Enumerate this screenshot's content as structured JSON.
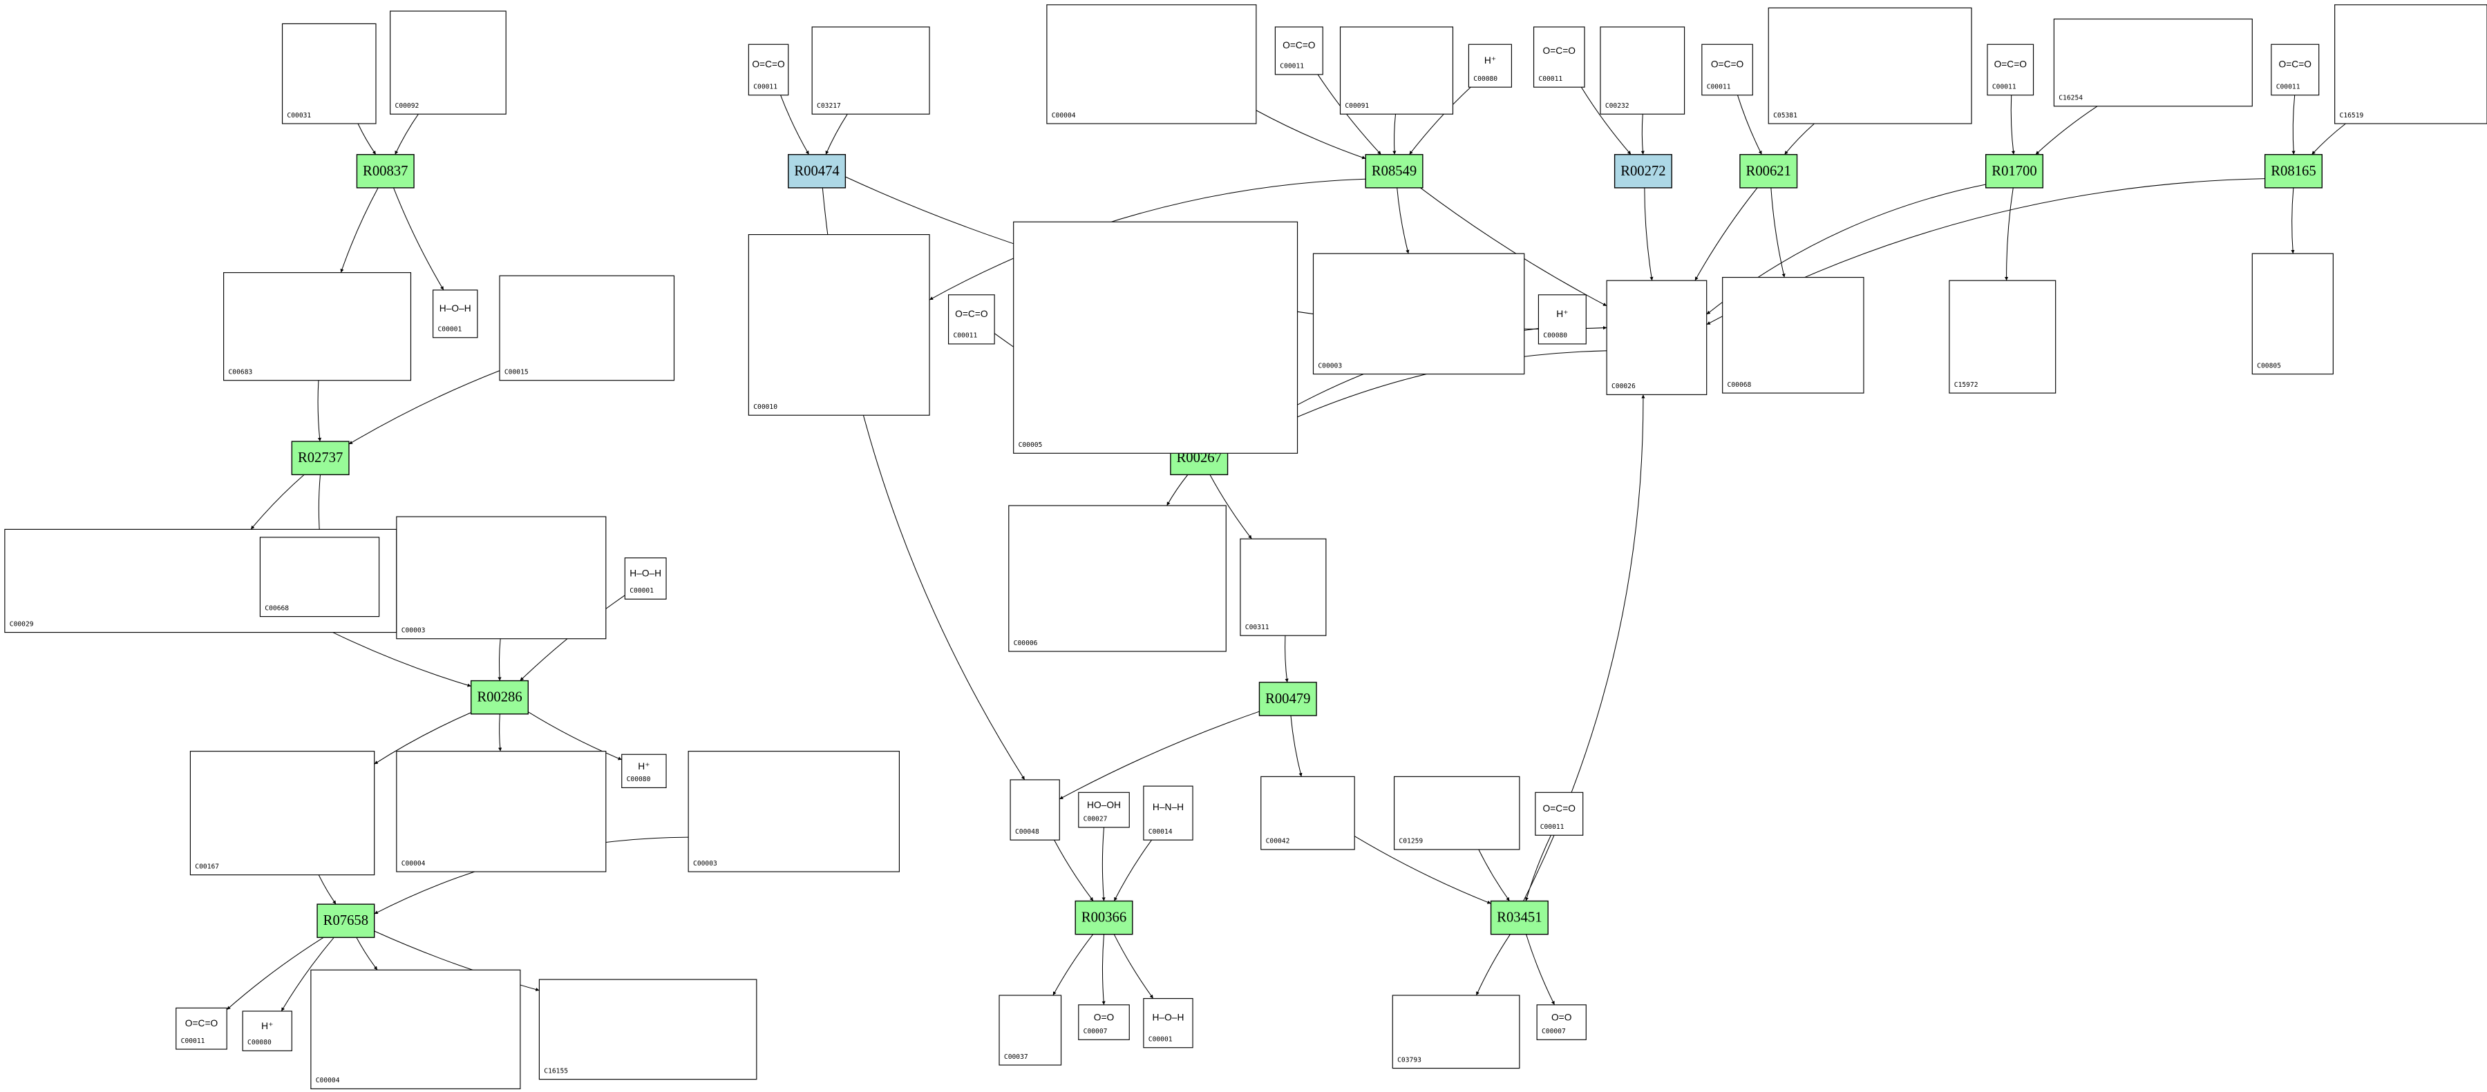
{
  "colors": {
    "reaction_default": "#98fb98",
    "reaction_highlight": "#add8e6",
    "edge": "#000000"
  },
  "nodes": [
    {
      "id": "R00837",
      "kind": "reaction",
      "color": "#98fb98"
    },
    {
      "id": "R00474",
      "kind": "reaction",
      "color": "#add8e6"
    },
    {
      "id": "R08549",
      "kind": "reaction",
      "color": "#98fb98"
    },
    {
      "id": "R00272",
      "kind": "reaction",
      "color": "#add8e6"
    },
    {
      "id": "R00621",
      "kind": "reaction",
      "color": "#98fb98"
    },
    {
      "id": "R01700",
      "kind": "reaction",
      "color": "#98fb98"
    },
    {
      "id": "R08165",
      "kind": "reaction",
      "color": "#98fb98"
    },
    {
      "id": "R02737",
      "kind": "reaction",
      "color": "#98fb98"
    },
    {
      "id": "R00267",
      "kind": "reaction",
      "color": "#98fb98"
    },
    {
      "id": "R00286",
      "kind": "reaction",
      "color": "#98fb98"
    },
    {
      "id": "R00479",
      "kind": "reaction",
      "color": "#98fb98"
    },
    {
      "id": "R07658",
      "kind": "reaction",
      "color": "#98fb98"
    },
    {
      "id": "R00366",
      "kind": "reaction",
      "color": "#98fb98"
    },
    {
      "id": "R03451",
      "kind": "reaction",
      "color": "#98fb98"
    },
    {
      "id": "C00031",
      "kind": "compound"
    },
    {
      "id": "C00092",
      "kind": "compound"
    },
    {
      "id": "C00683",
      "kind": "compound"
    },
    {
      "id": "C00001",
      "kind": "compound",
      "formula": "H–O–H"
    },
    {
      "id": "C00015",
      "kind": "compound"
    },
    {
      "id": "C00011",
      "kind": "compound",
      "formula": "O=C=O"
    },
    {
      "id": "C03217",
      "kind": "compound"
    },
    {
      "id": "C00004",
      "kind": "compound"
    },
    {
      "id": "C00011",
      "kind": "compound",
      "formula": "O=C=O"
    },
    {
      "id": "C00091",
      "kind": "compound"
    },
    {
      "id": "C00080",
      "kind": "compound",
      "formula": "H⁺"
    },
    {
      "id": "C00011",
      "kind": "compound",
      "formula": "O=C=O"
    },
    {
      "id": "C00232",
      "kind": "compound"
    },
    {
      "id": "C00011",
      "kind": "compound",
      "formula": "O=C=O"
    },
    {
      "id": "C05381",
      "kind": "compound"
    },
    {
      "id": "C00011",
      "kind": "compound",
      "formula": "O=C=O"
    },
    {
      "id": "C16254",
      "kind": "compound"
    },
    {
      "id": "C00011",
      "kind": "compound",
      "formula": "O=C=O"
    },
    {
      "id": "C16519",
      "kind": "compound"
    },
    {
      "id": "C00010",
      "kind": "compound"
    },
    {
      "id": "C00011",
      "kind": "compound",
      "formula": "O=C=O"
    },
    {
      "id": "C00005",
      "kind": "compound"
    },
    {
      "id": "C00003",
      "kind": "compound"
    },
    {
      "id": "C00080",
      "kind": "compound",
      "formula": "H⁺"
    },
    {
      "id": "C00026",
      "kind": "compound"
    },
    {
      "id": "C00068",
      "kind": "compound"
    },
    {
      "id": "C15972",
      "kind": "compound"
    },
    {
      "id": "C00805",
      "kind": "compound"
    },
    {
      "id": "C00006",
      "kind": "compound"
    },
    {
      "id": "C00311",
      "kind": "compound"
    },
    {
      "id": "C00029",
      "kind": "compound"
    },
    {
      "id": "C00668",
      "kind": "compound"
    },
    {
      "id": "C00003",
      "kind": "compound"
    },
    {
      "id": "C00001",
      "kind": "compound",
      "formula": "H–O–H"
    },
    {
      "id": "C00167",
      "kind": "compound"
    },
    {
      "id": "C00004",
      "kind": "compound"
    },
    {
      "id": "C00080",
      "kind": "compound",
      "formula": "H⁺"
    },
    {
      "id": "C00003",
      "kind": "compound"
    },
    {
      "id": "C00048",
      "kind": "compound"
    },
    {
      "id": "C00027",
      "kind": "compound",
      "formula": "HO–OH"
    },
    {
      "id": "C00014",
      "kind": "compound",
      "formula": "H–N–H"
    },
    {
      "id": "C00042",
      "kind": "compound"
    },
    {
      "id": "C01259",
      "kind": "compound"
    },
    {
      "id": "C00011",
      "kind": "compound",
      "formula": "O=C=O"
    },
    {
      "id": "C00011",
      "kind": "compound",
      "formula": "O=C=O"
    },
    {
      "id": "C00080",
      "kind": "compound",
      "formula": "H⁺"
    },
    {
      "id": "C00004",
      "kind": "compound"
    },
    {
      "id": "C16155",
      "kind": "compound"
    },
    {
      "id": "C00037",
      "kind": "compound"
    },
    {
      "id": "C00007",
      "kind": "compound",
      "formula": "O=O"
    },
    {
      "id": "C00001",
      "kind": "compound",
      "formula": "H–O–H"
    },
    {
      "id": "C03793",
      "kind": "compound"
    },
    {
      "id": "C00007",
      "kind": "compound",
      "formula": "O=O"
    }
  ],
  "edges": [
    [
      14,
      0
    ],
    [
      15,
      0
    ],
    [
      0,
      16
    ],
    [
      0,
      17
    ],
    [
      16,
      7
    ],
    [
      18,
      7
    ],
    [
      7,
      44
    ],
    [
      7,
      45
    ],
    [
      44,
      9
    ],
    [
      46,
      9
    ],
    [
      47,
      9
    ],
    [
      9,
      48
    ],
    [
      9,
      49
    ],
    [
      9,
      50
    ],
    [
      48,
      11
    ],
    [
      51,
      11
    ],
    [
      11,
      58
    ],
    [
      11,
      59
    ],
    [
      11,
      60
    ],
    [
      11,
      61
    ],
    [
      19,
      1
    ],
    [
      20,
      1
    ],
    [
      1,
      38
    ],
    [
      1,
      52
    ],
    [
      21,
      2
    ],
    [
      22,
      2
    ],
    [
      23,
      2
    ],
    [
      24,
      2
    ],
    [
      2,
      33
    ],
    [
      2,
      36
    ],
    [
      2,
      38
    ],
    [
      25,
      3
    ],
    [
      26,
      3
    ],
    [
      3,
      38
    ],
    [
      27,
      4
    ],
    [
      28,
      4
    ],
    [
      4,
      38
    ],
    [
      4,
      39
    ],
    [
      29,
      5
    ],
    [
      30,
      5
    ],
    [
      5,
      38
    ],
    [
      5,
      40
    ],
    [
      31,
      6
    ],
    [
      32,
      6
    ],
    [
      6,
      38
    ],
    [
      6,
      41
    ],
    [
      34,
      8
    ],
    [
      35,
      8
    ],
    [
      37,
      8
    ],
    [
      38,
      8
    ],
    [
      8,
      42
    ],
    [
      8,
      43
    ],
    [
      43,
      10
    ],
    [
      10,
      52
    ],
    [
      10,
      55
    ],
    [
      52,
      12
    ],
    [
      53,
      12
    ],
    [
      54,
      12
    ],
    [
      12,
      62
    ],
    [
      12,
      63
    ],
    [
      12,
      64
    ],
    [
      55,
      13
    ],
    [
      56,
      13
    ],
    [
      57,
      13
    ],
    [
      13,
      65
    ],
    [
      13,
      66
    ],
    [
      13,
      38
    ]
  ]
}
